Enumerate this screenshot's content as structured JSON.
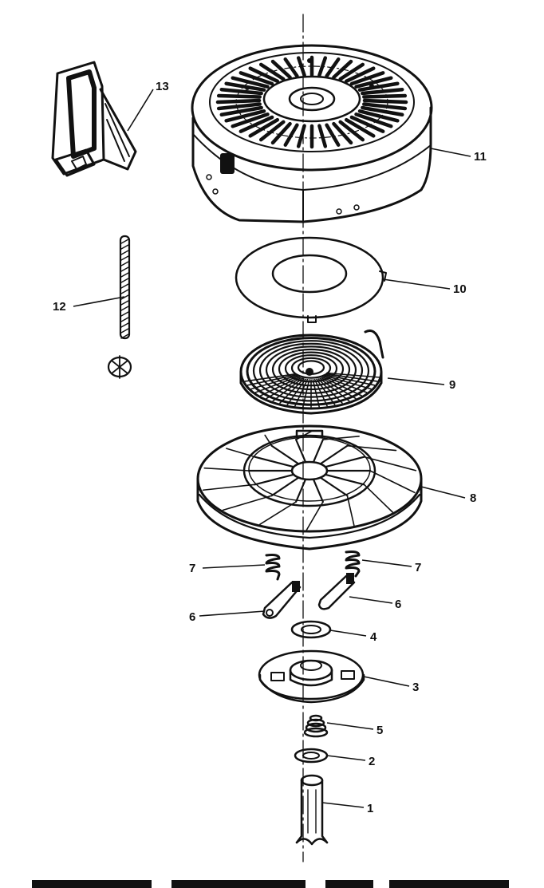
{
  "diagram": {
    "callouts": [
      {
        "id": "p13",
        "label": "13"
      },
      {
        "id": "p11",
        "label": "11"
      },
      {
        "id": "p10",
        "label": "10"
      },
      {
        "id": "p12",
        "label": "12"
      },
      {
        "id": "p9",
        "label": "9"
      },
      {
        "id": "p8",
        "label": "8"
      },
      {
        "id": "p7a",
        "label": "7"
      },
      {
        "id": "p7b",
        "label": "7"
      },
      {
        "id": "p6a",
        "label": "6"
      },
      {
        "id": "p6b",
        "label": "6"
      },
      {
        "id": "p4",
        "label": "4"
      },
      {
        "id": "p3",
        "label": "3"
      },
      {
        "id": "p5",
        "label": "5"
      },
      {
        "id": "p2",
        "label": "2"
      },
      {
        "id": "p1",
        "label": "1"
      }
    ]
  }
}
